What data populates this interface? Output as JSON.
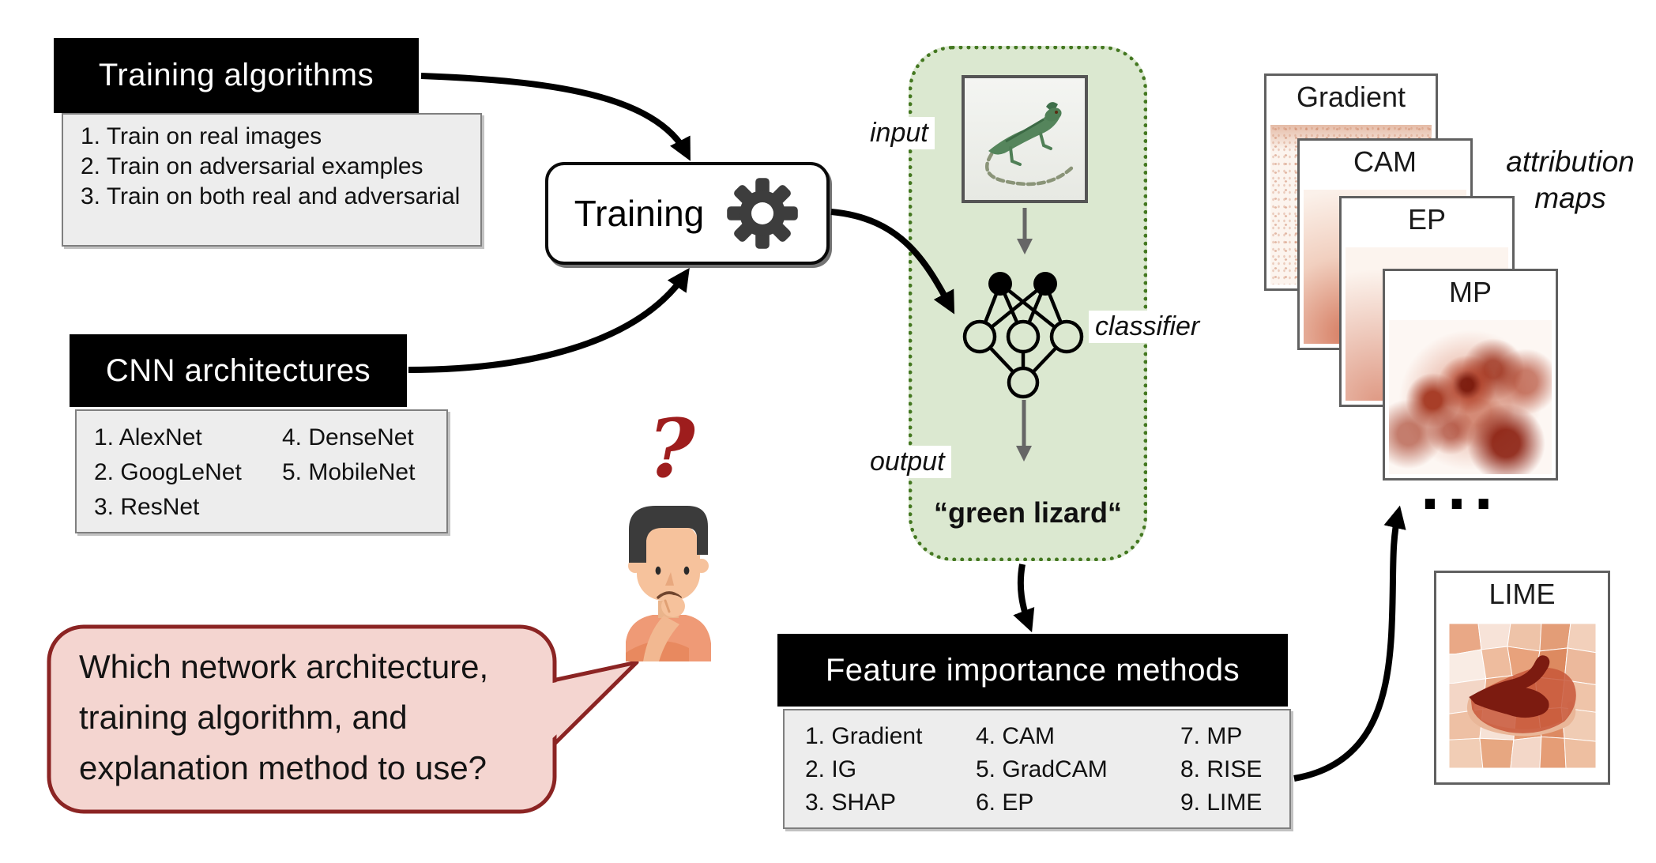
{
  "boxes": {
    "training_algorithms": {
      "title": "Training algorithms",
      "items": [
        "1. Train on real images",
        "2. Train on adversarial examples",
        "3. Train on both real and adversarial"
      ]
    },
    "cnn_architectures": {
      "title": "CNN architectures",
      "col1": [
        "1. AlexNet",
        "2. GoogLeNet",
        "3. ResNet"
      ],
      "col2": [
        "4. DenseNet",
        "5. MobileNet"
      ]
    },
    "feature_importance": {
      "title": "Feature importance methods",
      "col1": [
        "1. Gradient",
        "2. IG",
        "3. SHAP"
      ],
      "col2": [
        "4. CAM",
        "5. GradCAM",
        "6. EP"
      ],
      "col3": [
        "7. MP",
        "8. RISE",
        "9. LIME"
      ]
    }
  },
  "pipeline": {
    "training_label": "Training",
    "input_label": "input",
    "classifier_label": "classifier",
    "output_label": "output",
    "prediction": "“green lizard“"
  },
  "attribution": {
    "label": "attribution maps",
    "cards": [
      "Gradient",
      "CAM",
      "EP",
      "MP"
    ],
    "lime_card": "LIME",
    "ellipsis": "..."
  },
  "question": {
    "mark": "?",
    "bubble_text": "Which network architecture, training algorithm, and explanation method to use?"
  },
  "colors": {
    "panel_green_fill": "#dbe8d0",
    "panel_green_border": "#447821",
    "bubble_fill": "#f4d5d0",
    "bubble_border": "#8b2423",
    "question_mark": "#9e1d1d",
    "header_bg": "#000000",
    "header_text": "#ffffff",
    "list_bg": "#ededed",
    "heatmap_red": "#a93418"
  }
}
